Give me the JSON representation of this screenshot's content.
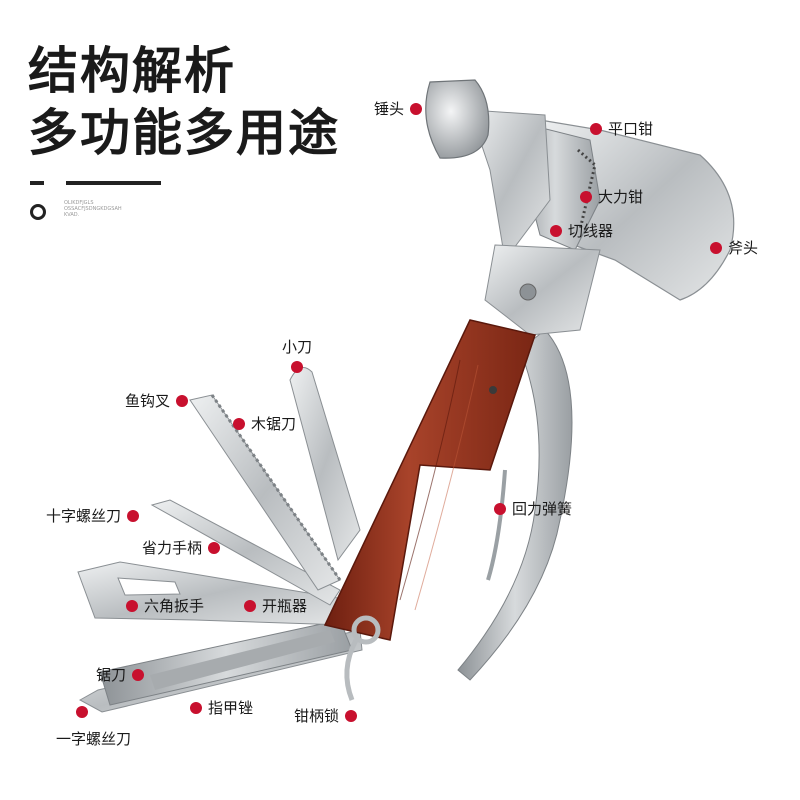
{
  "title": {
    "line1": "结构解析",
    "line2": "多功能多用途"
  },
  "deco_text": [
    "OLIKDFJGLS",
    "OSSACFJSDNGKDGSAH",
    "KVAD."
  ],
  "colors": {
    "accent": "#c8102e",
    "wood": "#8a2e1c",
    "steel": "#c9ccce"
  },
  "labels": {
    "hammer": "锤头",
    "flat_pliers": "平口钳",
    "strong_pliers": "大力钳",
    "wire_cutter": "切线器",
    "axe": "斧头",
    "knife": "小刀",
    "fish_hook": "鱼钩叉",
    "wood_saw": "木锯刀",
    "return_spring": "回力弹簧",
    "phillips_screwdriver": "十字螺丝刀",
    "lever_handle": "省力手柄",
    "hex_wrench": "六角扳手",
    "bottle_opener": "开瓶器",
    "saw_blade": "锯刀",
    "nail_file": "指甲锉",
    "handle_lock": "钳柄锁",
    "flat_screwdriver": "一字螺丝刀"
  }
}
